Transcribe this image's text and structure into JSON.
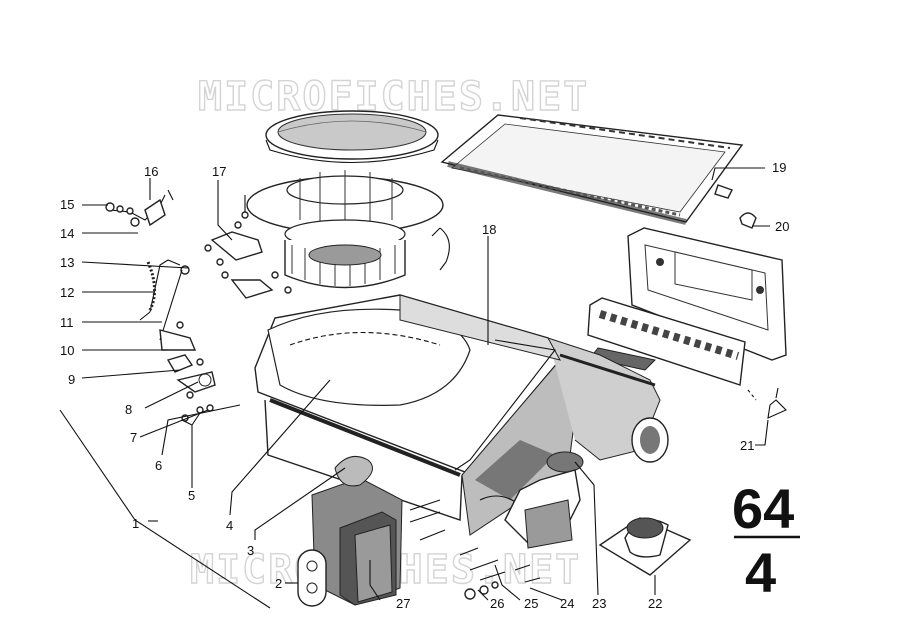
{
  "watermark": {
    "text_top": "MICROFICHES.NET",
    "text_bottom": "MICROFICHES.NET"
  },
  "page_number": {
    "group": "64",
    "sheet": "4"
  },
  "callouts": [
    "1",
    "2",
    "3",
    "4",
    "5",
    "6",
    "7",
    "8",
    "9",
    "10",
    "11",
    "12",
    "13",
    "14",
    "15",
    "16",
    "17",
    "18",
    "19",
    "20",
    "21",
    "22",
    "23",
    "24",
    "25",
    "26",
    "27"
  ],
  "colors": {
    "ink": "#111111",
    "watermark": "#d4d4d4",
    "background": "#ffffff"
  }
}
